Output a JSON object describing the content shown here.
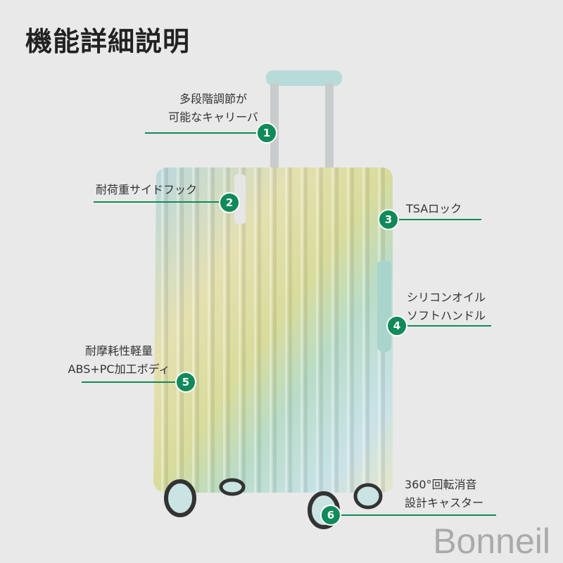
{
  "title": "機能詳細説明",
  "brand": "Bonneil",
  "accent": "#118a5a",
  "features": [
    {
      "num": "1",
      "lines": [
        "多段階調節が",
        "可能なキャリーバ"
      ]
    },
    {
      "num": "2",
      "lines": [
        "耐荷重サイドフック"
      ]
    },
    {
      "num": "3",
      "lines": [
        "TSAロック"
      ]
    },
    {
      "num": "4",
      "lines": [
        "シリコンオイル",
        "ソフトハンドル"
      ]
    },
    {
      "num": "5",
      "lines": [
        "耐摩耗性軽量",
        "ABS+PC加工ボディ"
      ]
    },
    {
      "num": "6",
      "lines": [
        "360°回転消音",
        "設計キャスター"
      ]
    }
  ]
}
